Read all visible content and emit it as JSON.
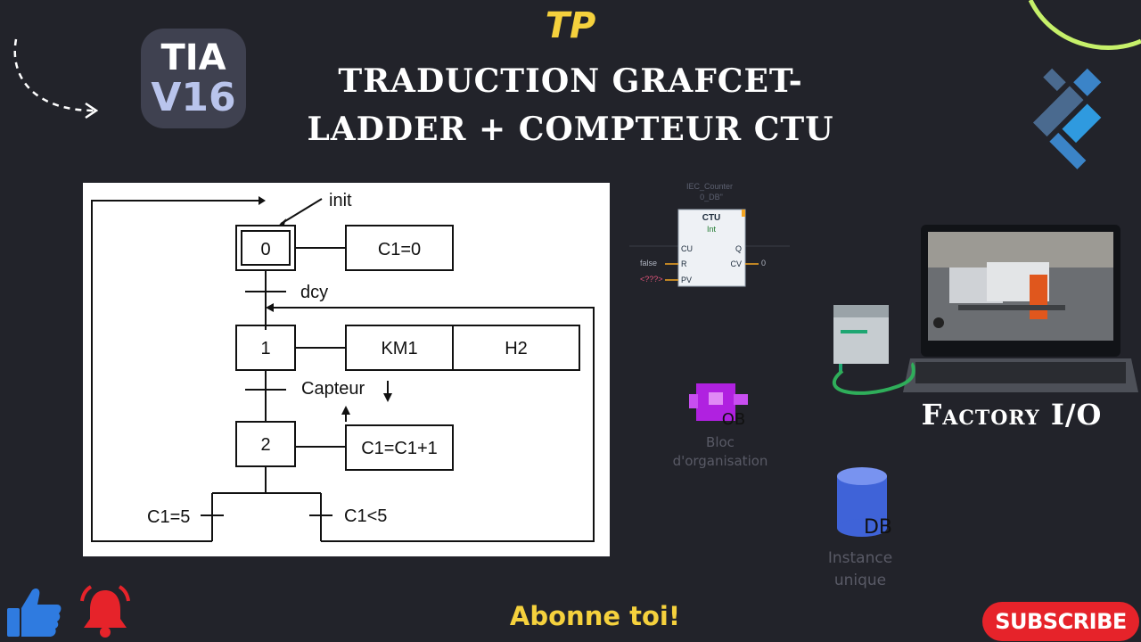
{
  "header": {
    "tp": "TP",
    "title_line1": "TRADUCTION GRAFCET-",
    "title_line2": "LADDER + COMPTEUR CTU"
  },
  "badge": {
    "line1": "TIA",
    "line2": "V16"
  },
  "grafcet": {
    "init_label": "init",
    "steps": [
      "0",
      "1",
      "2"
    ],
    "actions": {
      "step0": "C1=0",
      "step1_a": "KM1",
      "step1_b": "H2",
      "step2": "C1=C1+1"
    },
    "transitions": {
      "t1": "dcy",
      "t2": "Capteur",
      "t3_left": "C1=5",
      "t3_right": "C1<5"
    }
  },
  "ctu": {
    "db_name": "IEC_Counter",
    "db_sub": "0_DB\"",
    "title": "CTU",
    "type": "Int",
    "in_cu": "CU",
    "in_r": "R",
    "in_pv": "PV",
    "out_q": "Q",
    "out_cv": "CV",
    "r_value": "false",
    "pv_value": "<???>",
    "cv_value": "0"
  },
  "ob": {
    "badge": "OB",
    "caption_line1": "Bloc",
    "caption_line2": "d'organisation"
  },
  "db": {
    "badge": "DB",
    "caption_line1": "Instance",
    "caption_line2": "unique"
  },
  "factory_label": "Factory I/O",
  "footer": {
    "call": "Abonne toi!",
    "subscribe": "SUBSCRIBE"
  },
  "colors": {
    "accent_yellow": "#f5d13d",
    "background": "#22232a",
    "subscribe_red": "#e6232a",
    "like_blue": "#2f7be0"
  }
}
